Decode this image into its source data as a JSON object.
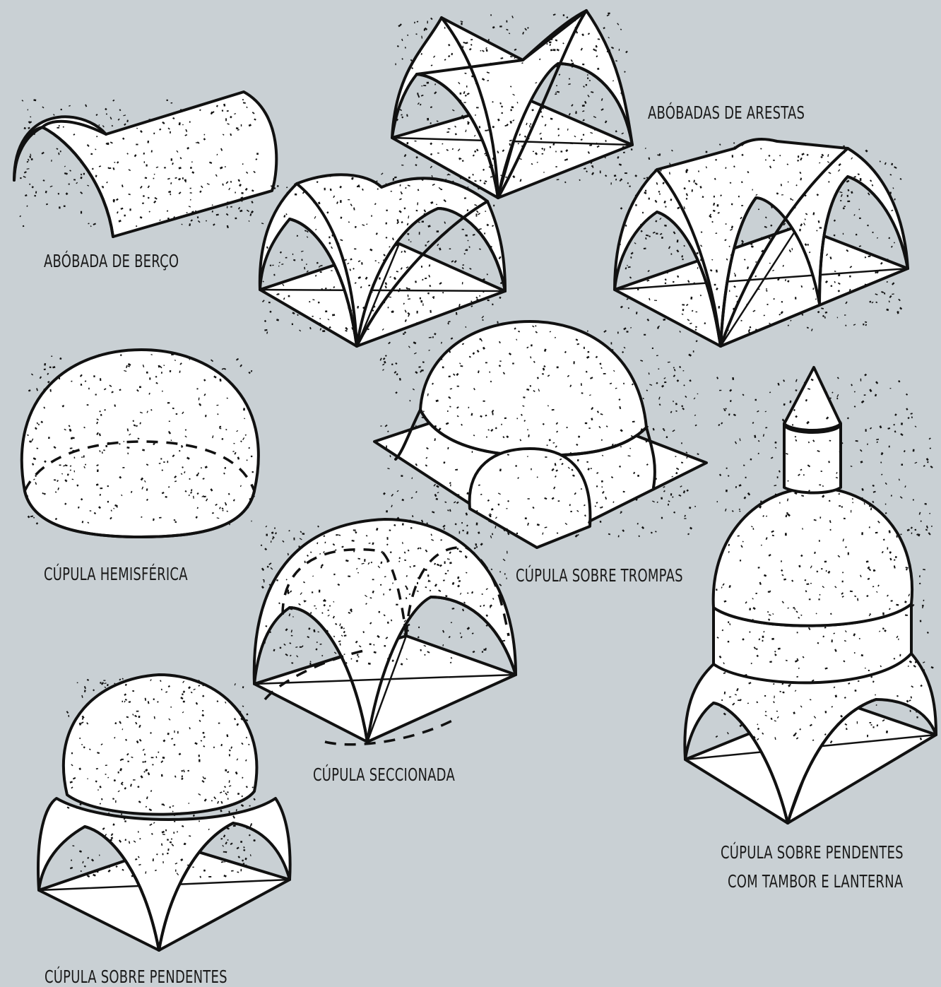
{
  "labels": {
    "arestas": "ABÓBADAS DE ARESTAS",
    "berco": "ABÓBADA DE BERÇO",
    "hemisferica": "CÚPULA HEMISFÉRICA",
    "trompas": "CÚPULA SOBRE TROMPAS",
    "seccionada": "CÚPULA SECCIONADA",
    "pendentes_tambor_1": "CÚPULA SOBRE PENDENTES",
    "pendentes_tambor_2": "COM TAMBOR E LANTERNA",
    "pendentes": "CÚPULA SOBRE PENDENTES"
  },
  "colors": {
    "background": "#c9d0d4",
    "ink": "#111111",
    "surface": "#ffffff"
  }
}
